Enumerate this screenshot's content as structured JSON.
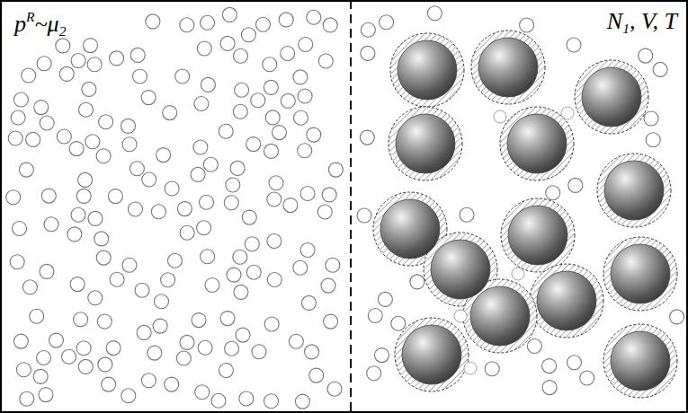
{
  "diagram": {
    "labels": [
      "p",
      "R",
      "~μ",
      "2",
      "N",
      "1",
      ", V, T"
    ]
  }
}
